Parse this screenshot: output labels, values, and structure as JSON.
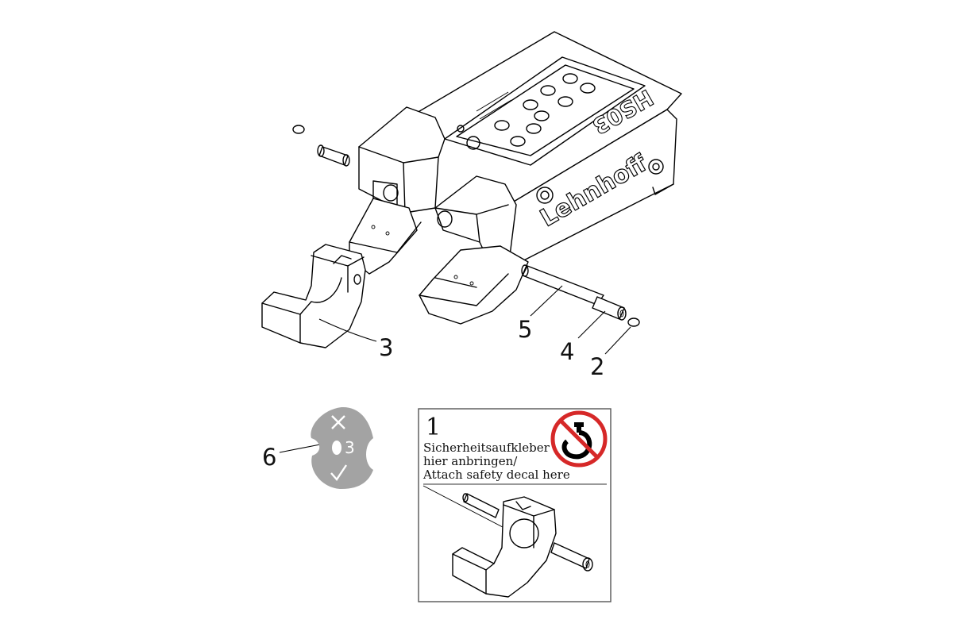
{
  "callouts": {
    "c2": "2",
    "c3": "3",
    "c4": "4",
    "c5": "5",
    "c6": "6"
  },
  "labels": {
    "brand": "Lehnhoff",
    "model": "HS03"
  },
  "wear_gauge": {
    "bad_symbol": "×",
    "size": "3",
    "good_symbol": "✓",
    "color": "#a3a3a3"
  },
  "decal_panel": {
    "number": "1",
    "line1": "Sicherheitsaufkleber",
    "line2": "hier anbringen/",
    "line3": "Attach safety decal here",
    "prohibition_color": "#d62828"
  }
}
